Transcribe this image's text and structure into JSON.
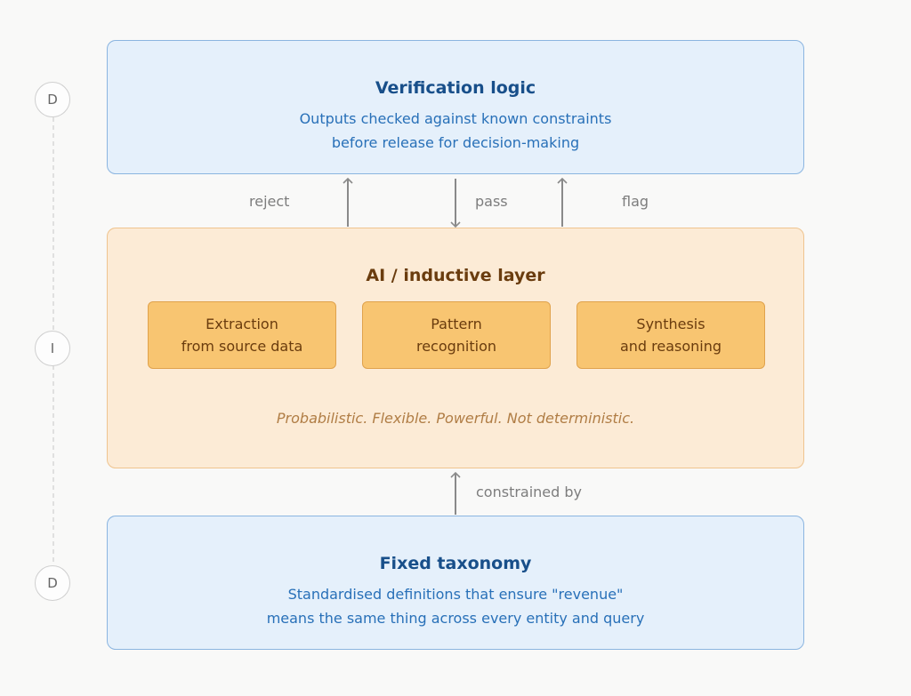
{
  "markers": [
    "D",
    "I",
    "D"
  ],
  "verification": {
    "title": "Verification logic",
    "lines": [
      "Outputs checked against known constraints",
      "before release for decision-making"
    ]
  },
  "flows": {
    "reject": "reject",
    "pass": "pass",
    "flag": "flag",
    "constrained_by": "constrained by"
  },
  "ai_layer": {
    "title": "AI / inductive layer",
    "components": [
      {
        "line1": "Extraction",
        "line2": "from source data"
      },
      {
        "line1": "Pattern",
        "line2": "recognition"
      },
      {
        "line1": "Synthesis",
        "line2": "and reasoning"
      }
    ],
    "note": "Probabilistic. Flexible. Powerful. Not deterministic."
  },
  "taxonomy": {
    "title": "Fixed taxonomy",
    "lines": [
      "Standardised definitions that ensure \"revenue\"",
      "means the same thing across every entity and query"
    ]
  }
}
